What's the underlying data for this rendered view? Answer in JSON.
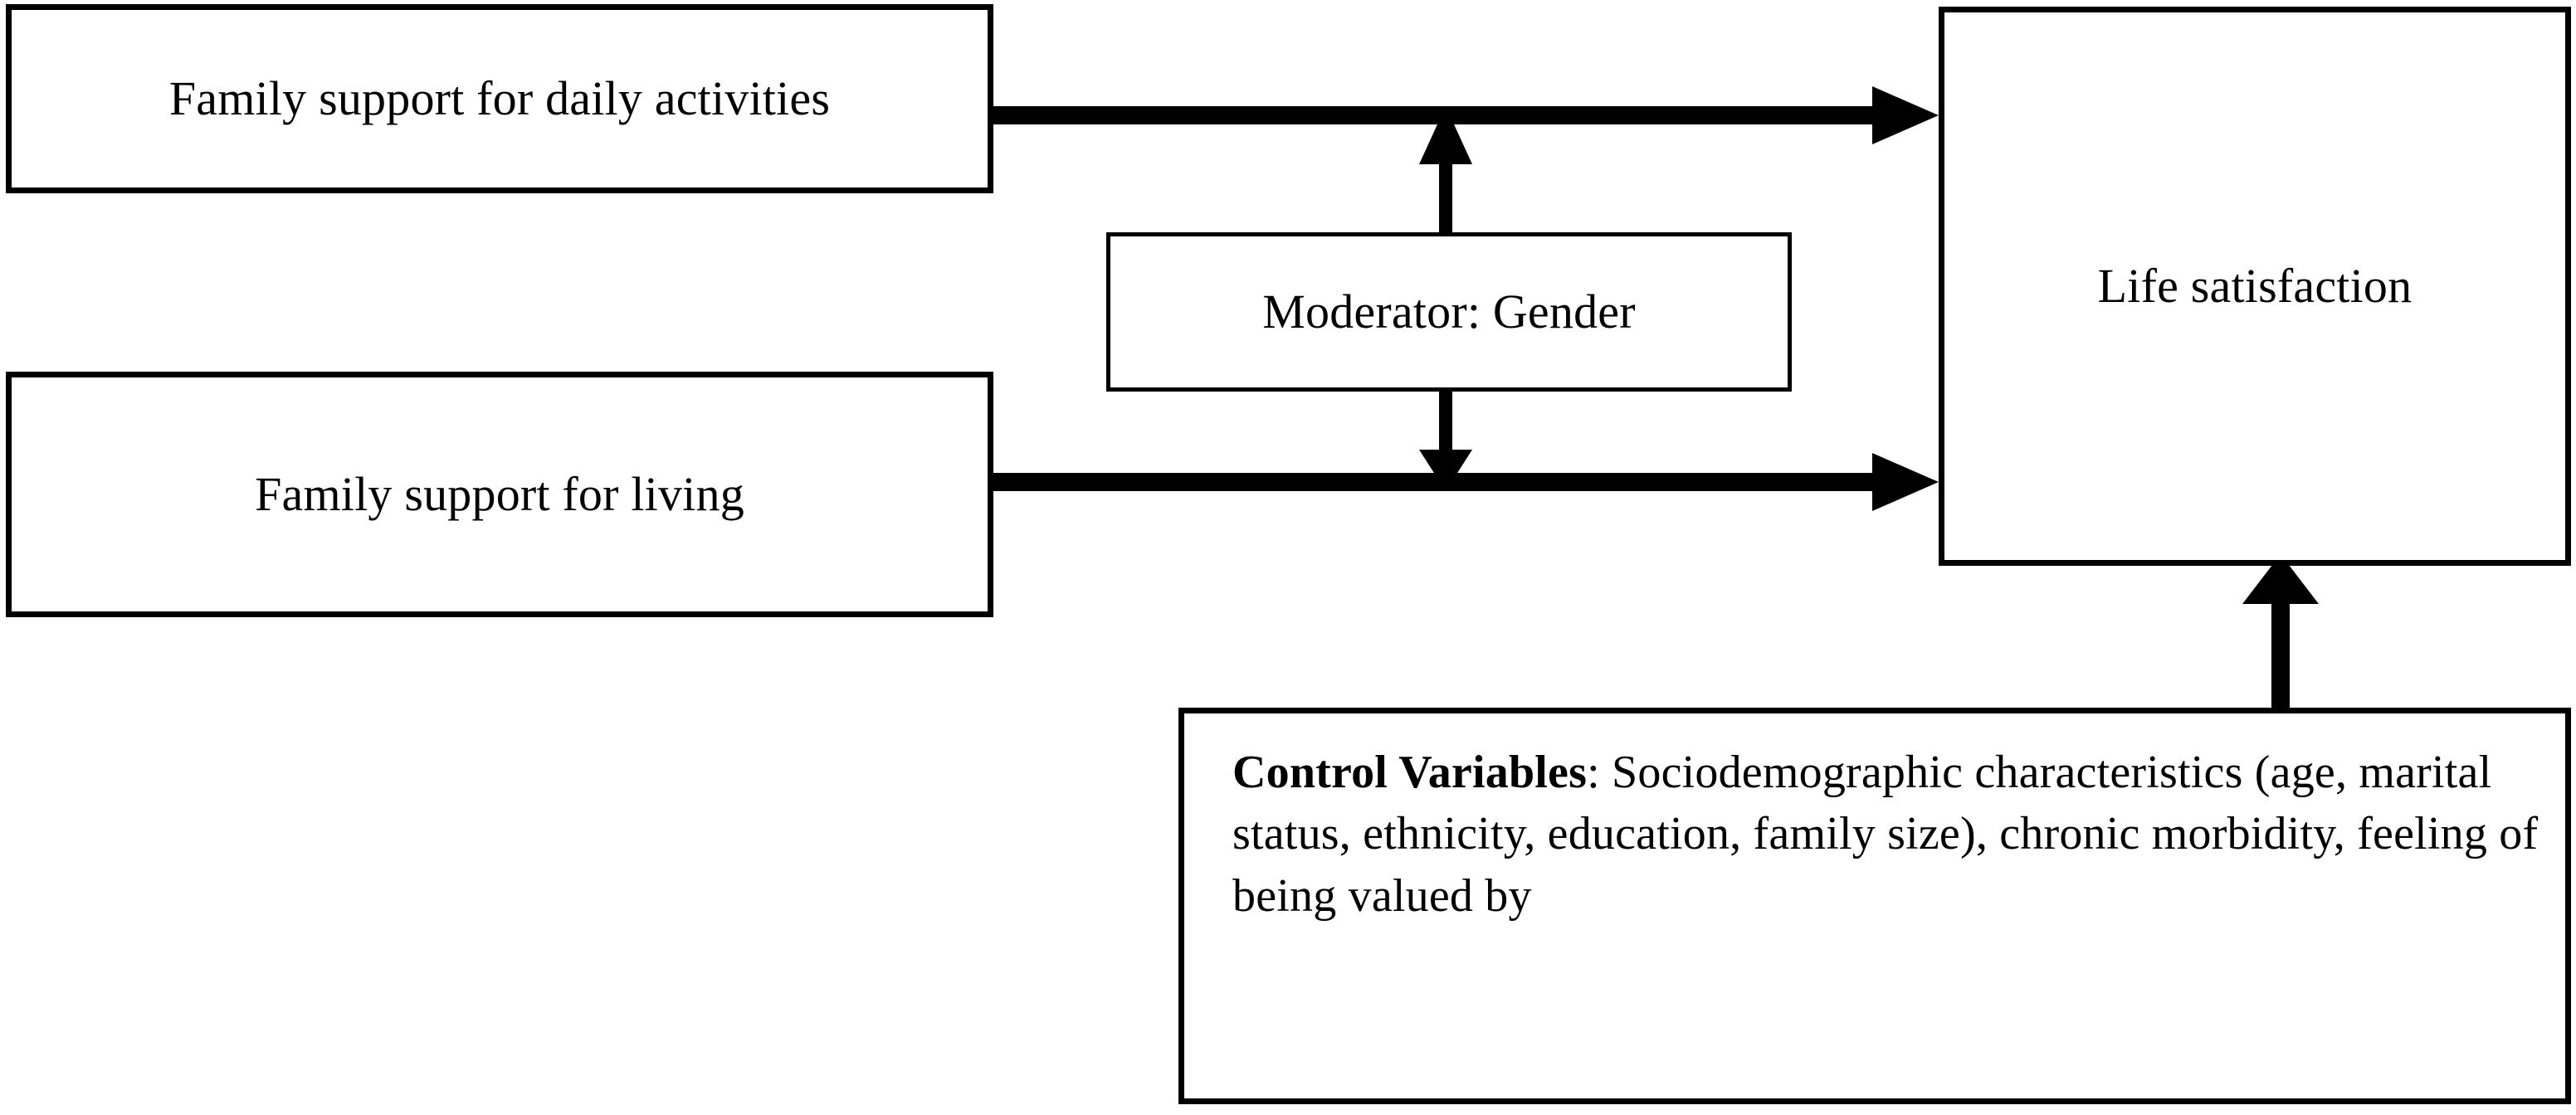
{
  "diagram": {
    "type": "conceptual-moderation-model",
    "background_color": "#ffffff",
    "stroke_color": "#000000",
    "nodes": {
      "family_support_daily": "Family support for daily activities",
      "family_support_living": "Family support for living",
      "life_satisfaction": "Life satisfaction",
      "moderator": "Moderator: Gender",
      "control_variables_lead": "Control Variables",
      "control_variables_body": ": Sociodemographic characteristics (age, marital status, ethnicity, education, family size), chronic morbidity, feeling of being valued by"
    },
    "edges": [
      {
        "name": "daily-activities-to-life-satisfaction",
        "from": "family_support_daily",
        "to": "life_satisfaction",
        "style": "thick-solid",
        "direction": "right"
      },
      {
        "name": "living-to-life-satisfaction",
        "from": "family_support_living",
        "to": "life_satisfaction",
        "style": "thick-solid",
        "direction": "right"
      },
      {
        "name": "moderator-to-upper-path",
        "from": "moderator",
        "to": "daily-activities-to-life-satisfaction",
        "style": "thin-solid",
        "direction": "up"
      },
      {
        "name": "moderator-to-lower-path",
        "from": "moderator",
        "to": "living-to-life-satisfaction",
        "style": "thin-solid",
        "direction": "down"
      },
      {
        "name": "control-variables-to-life-satisfaction",
        "from": "control_variables",
        "to": "life_satisfaction",
        "style": "thick-solid",
        "direction": "up"
      }
    ]
  }
}
